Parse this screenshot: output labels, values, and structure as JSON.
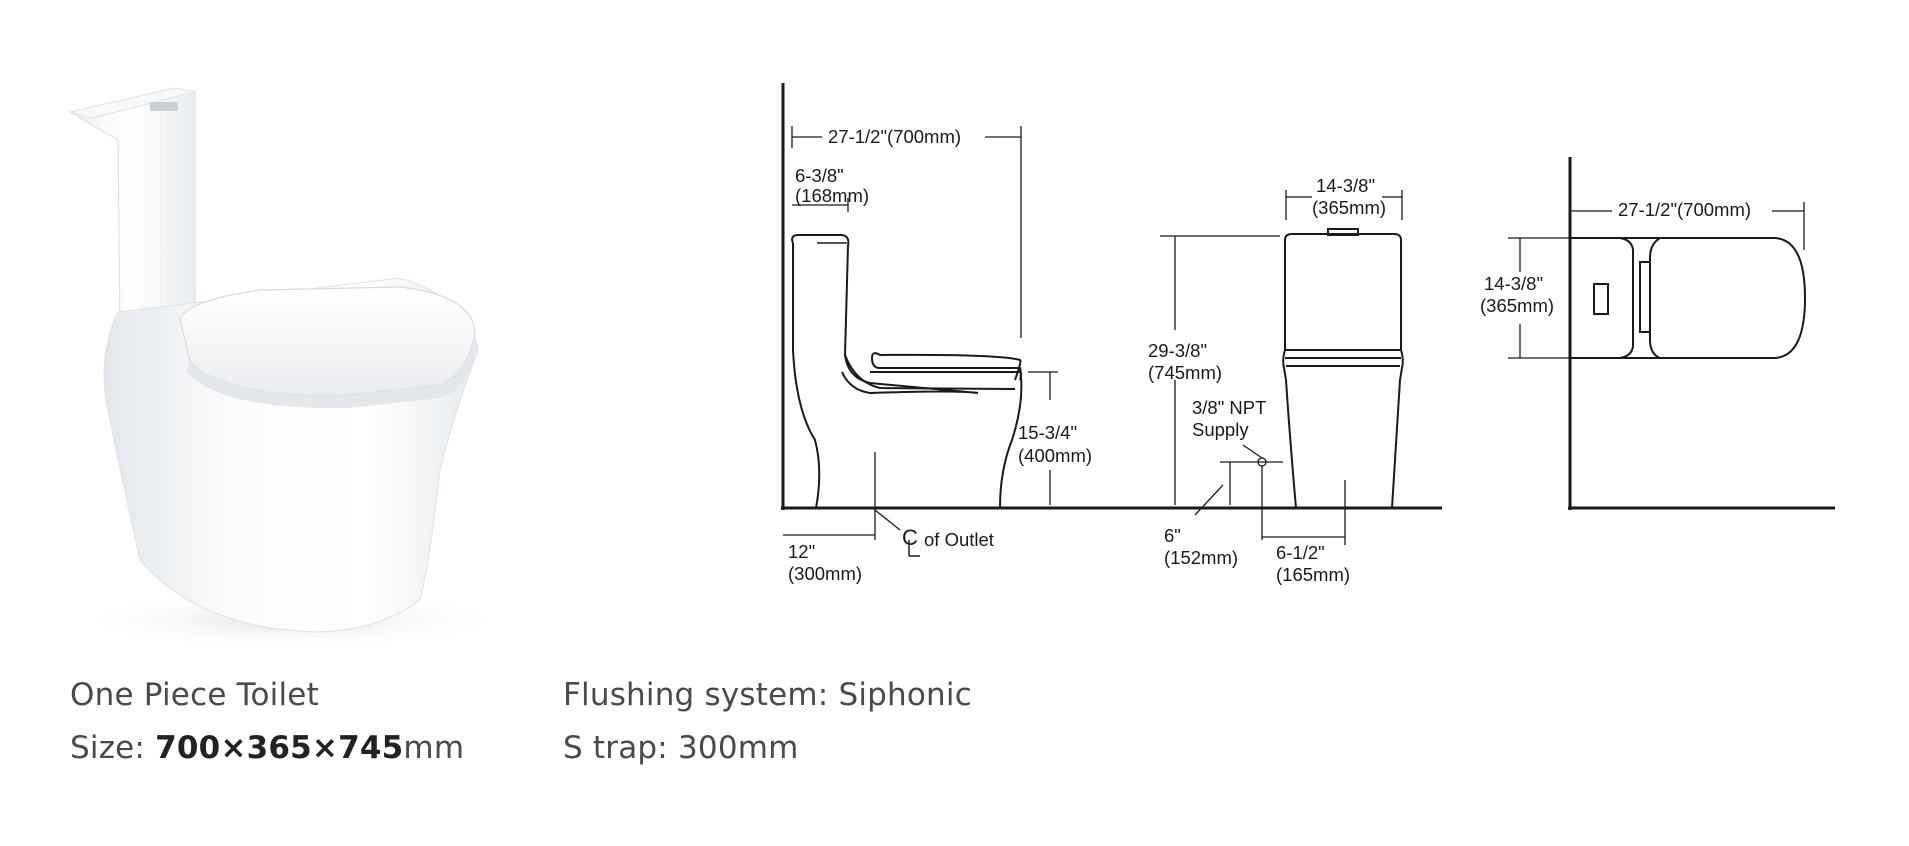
{
  "captions": {
    "product_name": "One Piece Toilet",
    "size_label": "Size: ",
    "size_value": "700×365×745",
    "size_unit": "mm",
    "flushing": "Flushing system: Siphonic",
    "trap": "S trap: 300mm"
  },
  "dimensions": {
    "side_length": "27-1/2\"(700mm)",
    "tank_depth_in": "6-3/8\"",
    "tank_depth_mm": "(168mm)",
    "seat_height_in": "15-3/4\"",
    "seat_height_mm": "(400mm)",
    "rough_in_in": "12\"",
    "rough_in_mm": "(300mm)",
    "outlet_label": "of Outlet",
    "front_width_in": "14-3/8\"",
    "front_width_mm": "(365mm)",
    "total_height_in": "29-3/8\"",
    "total_height_mm": "(745mm)",
    "supply_line1": "3/8\" NPT",
    "supply_line2": "Supply",
    "supply_height_in": "6\"",
    "supply_height_mm": "(152mm)",
    "supply_offset_in": "6-1/2\"",
    "supply_offset_mm": "(165mm)",
    "top_length": "27-1/2\"(700mm)",
    "top_width_in": "14-3/8\"",
    "top_width_mm": "(365mm)"
  },
  "colors": {
    "line": "#1a1a1a",
    "caption_text": "#4a4a4a",
    "porcelain": "#f4f6f8"
  }
}
